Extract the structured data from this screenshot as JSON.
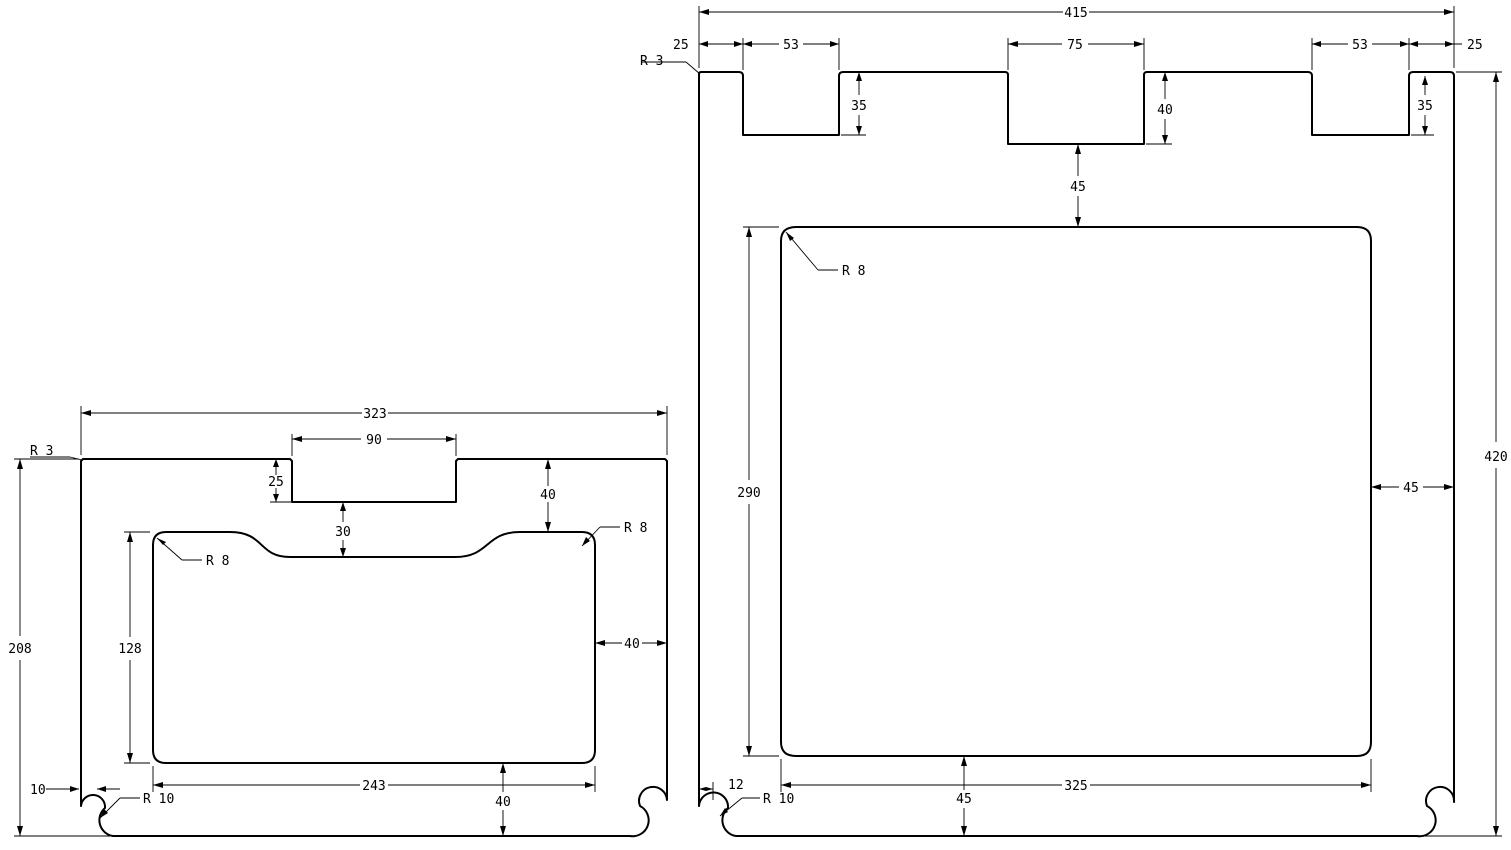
{
  "left_part": {
    "overall_width": "323",
    "overall_height": "208",
    "corner_radius": "R 3",
    "slot_width": "90",
    "slot_depth": "25",
    "top_margin": "40",
    "slot_to_window": "30",
    "window_radius_left": "R 8",
    "window_radius_right": "R 8",
    "window_height": "128",
    "side_margin": "40",
    "window_width": "243",
    "bottom_margin": "40",
    "foot_offset": "10",
    "foot_radius": "R 10"
  },
  "right_part": {
    "overall_width": "415",
    "overall_height": "420",
    "corner_radius": "R 3",
    "edge_left": "25",
    "slot_left_width": "53",
    "slot_center_width": "75",
    "slot_right_width": "53",
    "edge_right": "25",
    "slot_left_depth": "35",
    "slot_center_depth": "40",
    "slot_right_depth": "35",
    "slot_to_window": "45",
    "window_radius": "R 8",
    "window_height": "290",
    "side_margin": "45",
    "window_width": "325",
    "bottom_margin": "45",
    "foot_offset": "12",
    "foot_radius": "R 10"
  }
}
